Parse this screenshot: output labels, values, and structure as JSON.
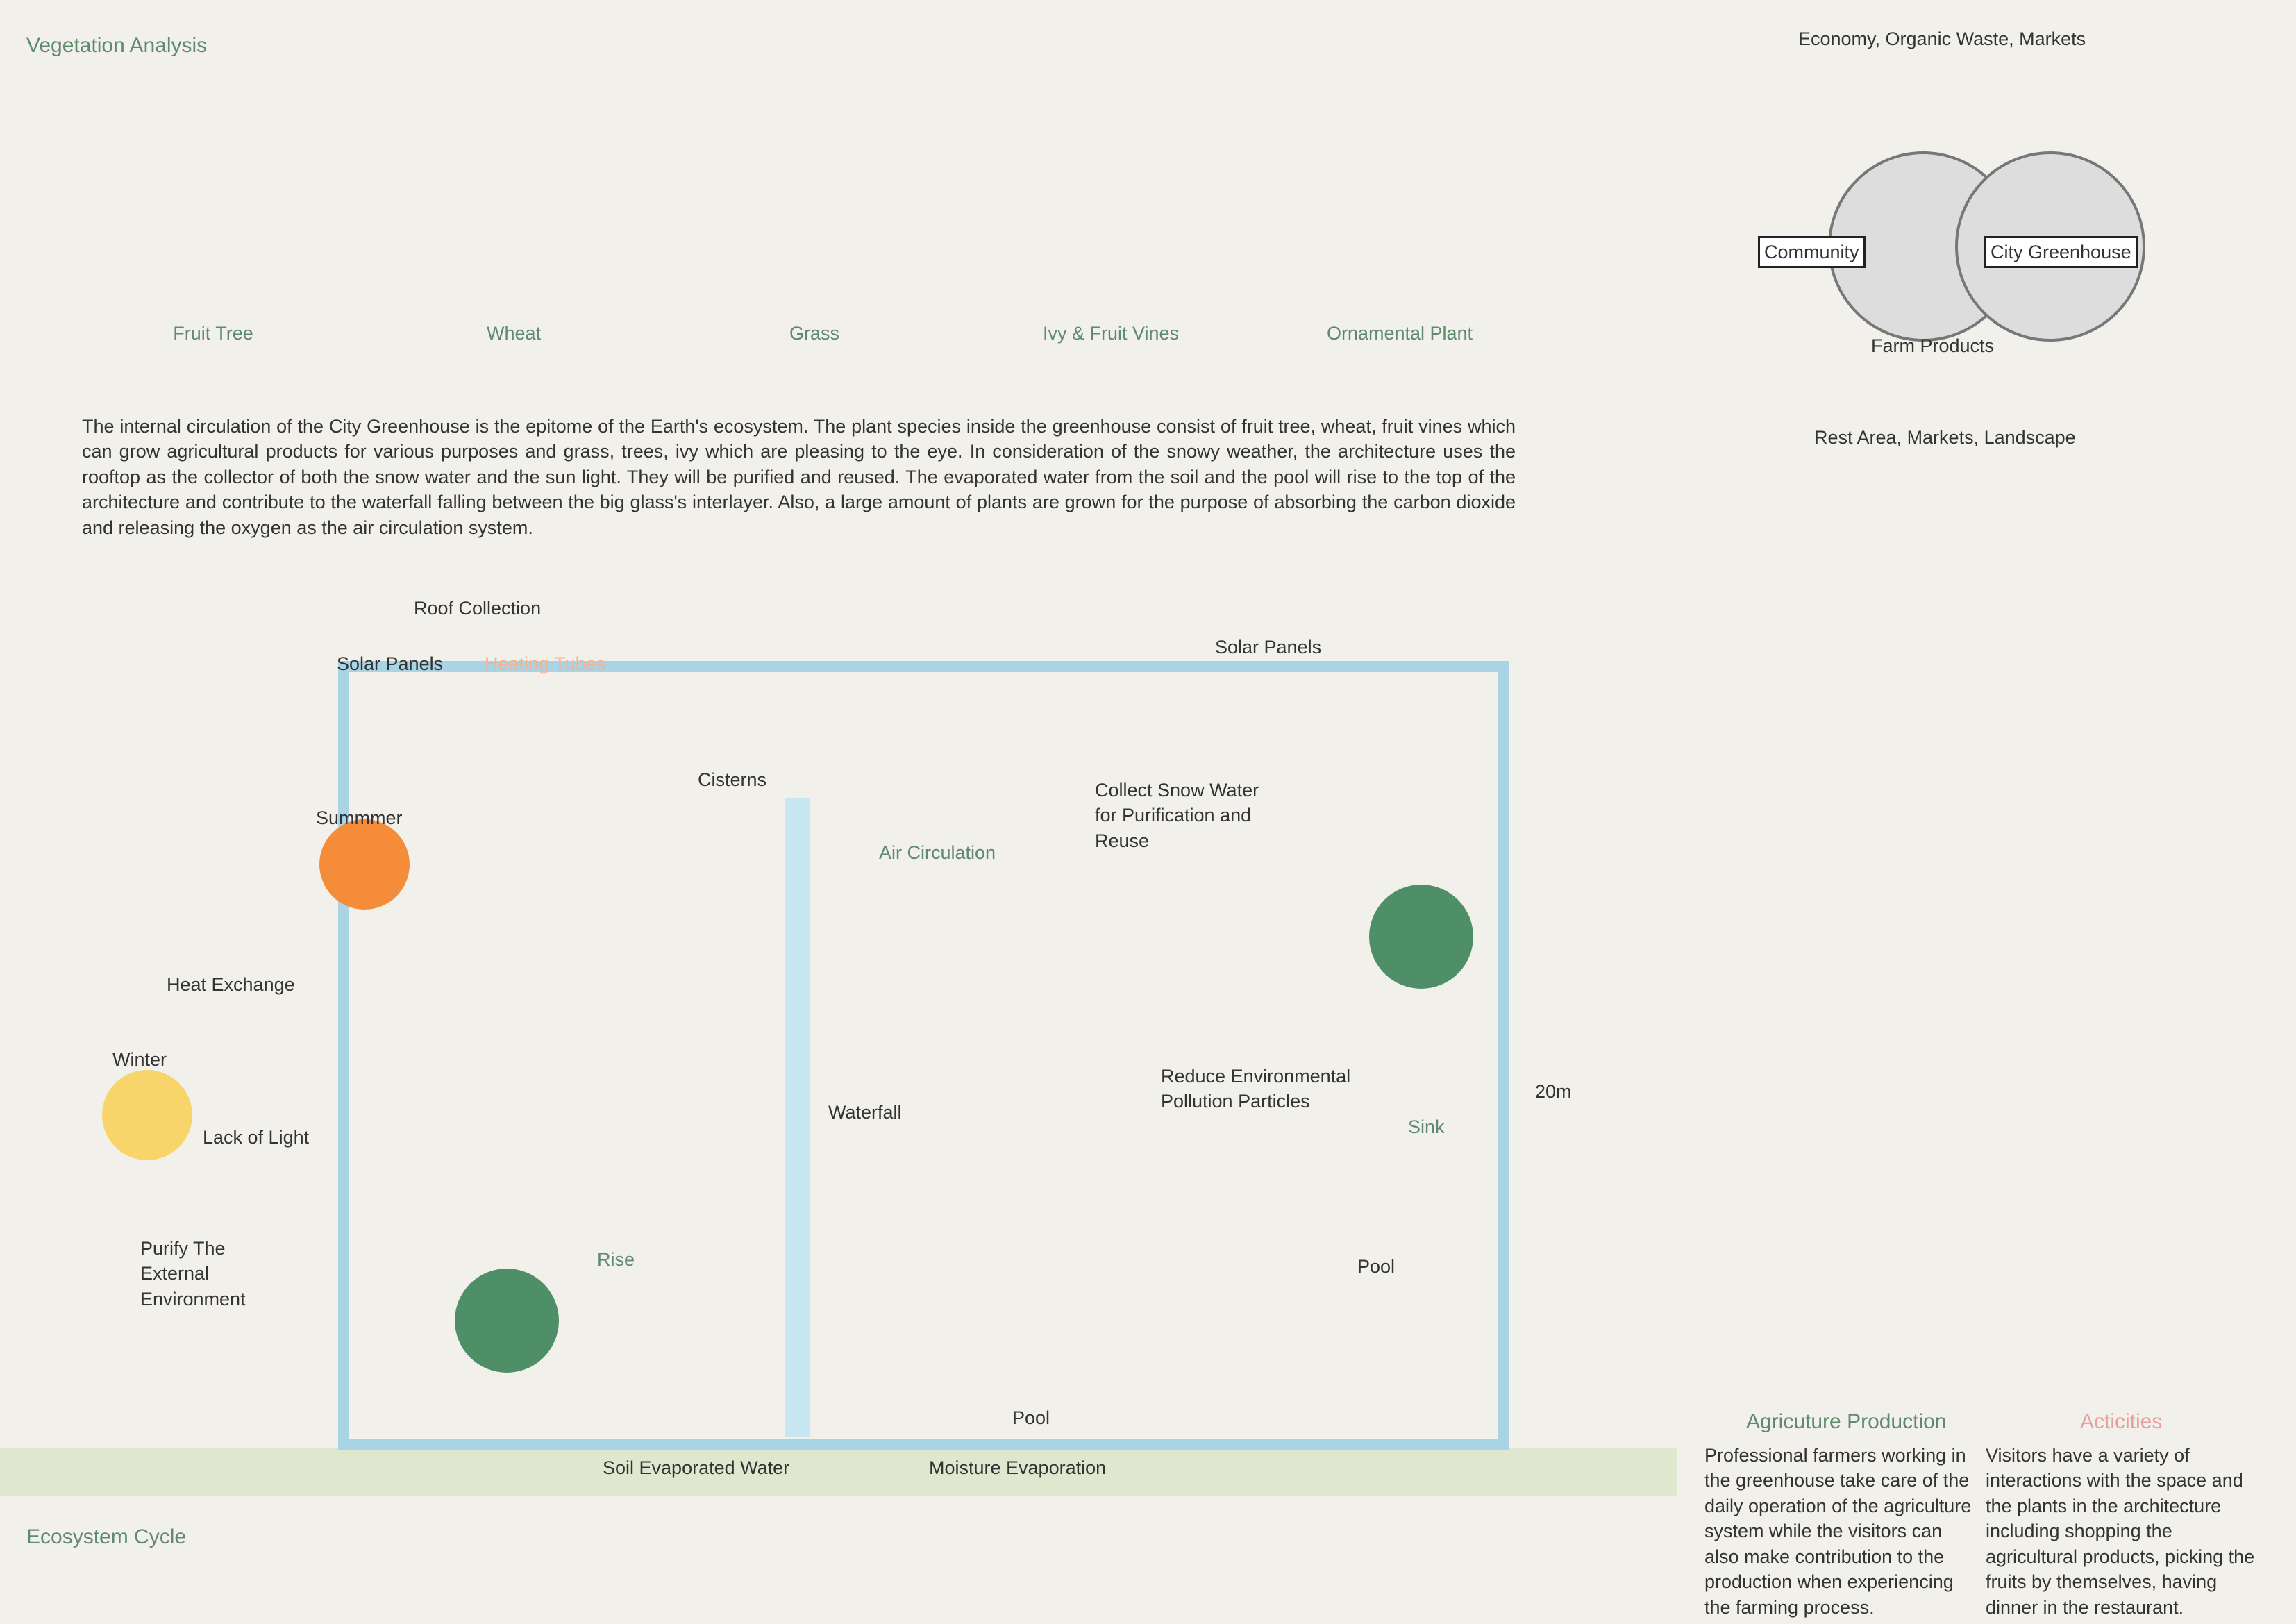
{
  "section_title": "Vegetation Analysis",
  "plants": [
    "Fruit Tree",
    "Wheat",
    "Grass",
    "Ivy & Fruit Vines",
    "Ornamental Plant"
  ],
  "description": "The internal circulation of the City Greenhouse is the epitome of the Earth's ecosystem. The plant species inside the greenhouse consist of fruit tree, wheat, fruit vines which can grow agricultural products for various purposes and grass, trees, ivy which are pleasing to the eye. In consideration of the snowy weather, the architecture uses the rooftop as the collector of both the snow water and the sun light. They will be purified and reused. The evaporated water from the soil and the pool will rise to the top of the architecture and contribute to the waterfall falling between the big glass's interlayer. Also, a large amount of plants are grown for the purpose of absorbing the carbon dioxide and releasing the oxygen as the air circulation system.",
  "labels": {
    "roof": "Roof Collection",
    "solar": "Solar Panels",
    "heating": "Heating Tubes",
    "solar2": "Solar Panels",
    "summer": "Summmer",
    "cisterns": "Cisterns",
    "snow": "Collect Snow Water for Purification and Reuse",
    "air": "Air Circulation",
    "heat": "Heat Exchange",
    "winter": "Winter",
    "lack": "Lack of Light",
    "waterfall": "Waterfall",
    "reduce": "Reduce Environmental Pollution Particles",
    "sink": "Sink",
    "height": "20m",
    "purify": "Purify The External Environment",
    "rise": "Rise",
    "pool1": "Pool",
    "pool2": "Pool",
    "soil": "Soil Evaporated Water",
    "moisture": "Moisture Evaporation",
    "eco": "Ecosystem Cycle"
  },
  "right": {
    "top": "Economy, Organic Waste, Markets",
    "community": "Community",
    "greenhouse": "City Greenhouse",
    "farm": "Farm Products",
    "rest": "Rest Area, Markets, Landscape",
    "h1": "Agricuture Production",
    "p1": "Professional farmers working in the greenhouse take care of the daily operation of the agriculture system while the visitors can also make contribution to the production when experiencing the farming process.",
    "h2": "Acticities",
    "p2": "Visitors have a variety of interactions with the space and the plants in the architecture including shopping the agricultural products, picking the fruits by themselves, having dinner in the restaurant."
  }
}
